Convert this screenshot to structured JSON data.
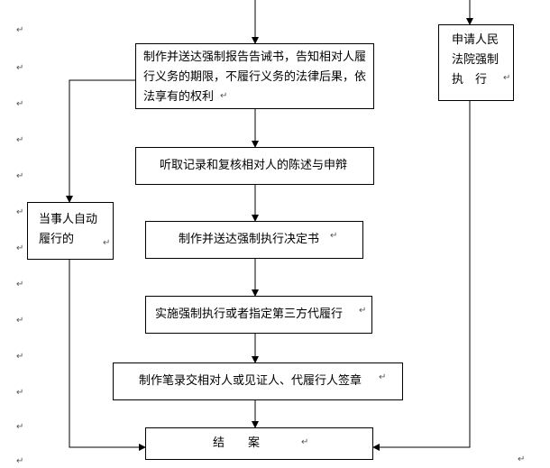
{
  "flowchart": {
    "nodes": {
      "notice": "制作并送达强制报告告诫书，告知相对人履行义务的期限，不履行义务的法律后果，依法享有的权利",
      "hearing": "听取记录和复核相对人的陈述与申辩",
      "decision": "制作并送达强制执行决定书",
      "implement": "实施强制执行或者指定第三方代履行",
      "record": "制作笔录交相对人或见证人、代履行人签章",
      "close": "结　　案",
      "voluntary": "当事人自动履行的",
      "apply_court": "申请人民法院强制执　行"
    },
    "edges": [
      [
        "top",
        "notice"
      ],
      [
        "notice",
        "hearing"
      ],
      [
        "hearing",
        "decision"
      ],
      [
        "decision",
        "implement"
      ],
      [
        "implement",
        "record"
      ],
      [
        "record",
        "close"
      ],
      [
        "notice",
        "voluntary"
      ],
      [
        "voluntary",
        "close"
      ],
      [
        "top",
        "apply_court"
      ],
      [
        "apply_court",
        "close"
      ]
    ],
    "paragraph_mark": "↵"
  }
}
